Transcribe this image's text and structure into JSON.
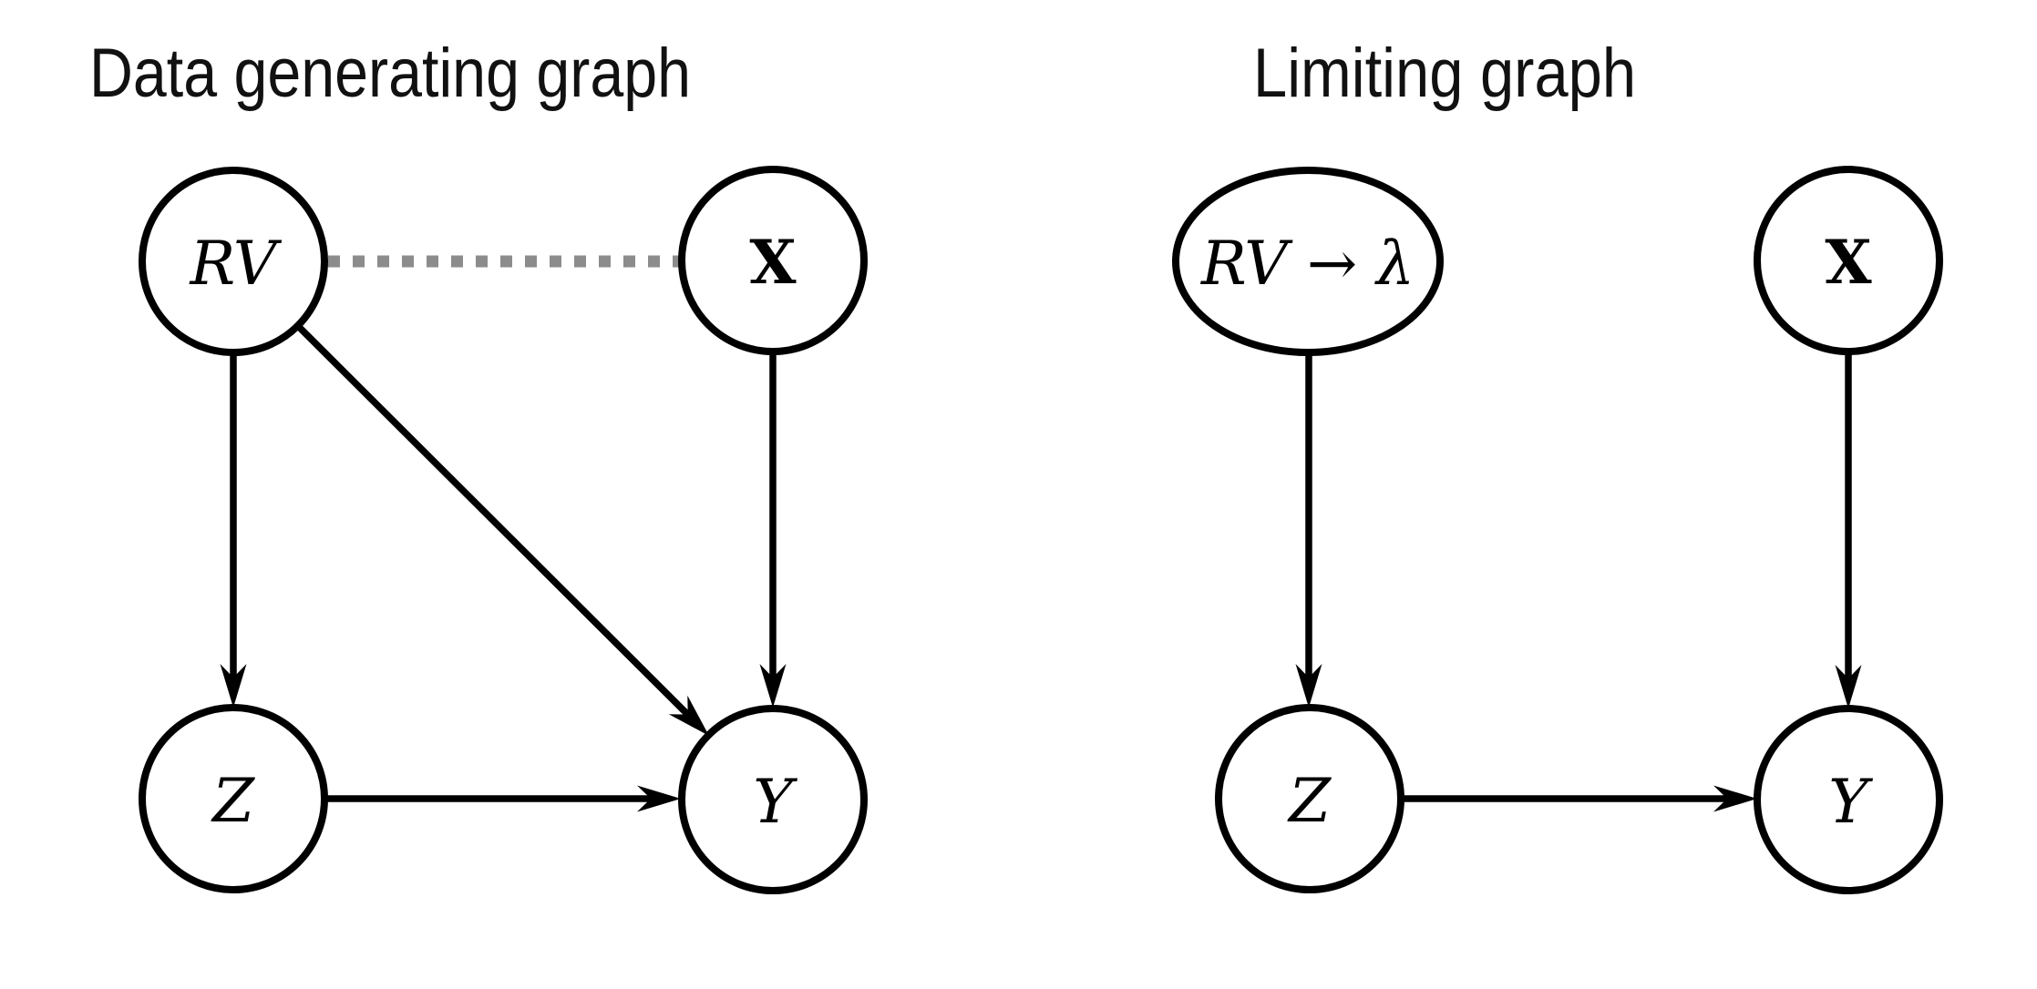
{
  "figure": {
    "background": "#ffffff",
    "colors": {
      "edge": "#000000",
      "dashed_edge": "#8c8c8c",
      "node_fill": "#ffffff",
      "node_stroke": "#000000",
      "text": "#000000"
    }
  },
  "panels": [
    {
      "title": "Data generating graph",
      "nodes": [
        {
          "id": "RV",
          "label": "RV",
          "shape": "circle"
        },
        {
          "id": "X",
          "label": "X",
          "shape": "circle"
        },
        {
          "id": "Z",
          "label": "Z",
          "shape": "circle"
        },
        {
          "id": "Y",
          "label": "Y",
          "shape": "circle"
        }
      ],
      "edges": [
        {
          "from": "RV",
          "to": "X",
          "type": "undirected",
          "style": "dashed",
          "color": "#8c8c8c"
        },
        {
          "from": "RV",
          "to": "Z",
          "type": "directed",
          "style": "solid",
          "color": "#000000"
        },
        {
          "from": "RV",
          "to": "Y",
          "type": "directed",
          "style": "solid",
          "color": "#000000"
        },
        {
          "from": "X",
          "to": "Y",
          "type": "directed",
          "style": "solid",
          "color": "#000000"
        },
        {
          "from": "Z",
          "to": "Y",
          "type": "directed",
          "style": "solid",
          "color": "#000000"
        }
      ]
    },
    {
      "title": "Limiting graph",
      "nodes": [
        {
          "id": "RV-lambda",
          "label": "RV → λ",
          "shape": "ellipse"
        },
        {
          "id": "X",
          "label": "X",
          "shape": "circle"
        },
        {
          "id": "Z",
          "label": "Z",
          "shape": "circle"
        },
        {
          "id": "Y",
          "label": "Y",
          "shape": "circle"
        }
      ],
      "edges": [
        {
          "from": "RV-lambda",
          "to": "Z",
          "type": "directed",
          "style": "solid",
          "color": "#000000"
        },
        {
          "from": "X",
          "to": "Y",
          "type": "directed",
          "style": "solid",
          "color": "#000000"
        },
        {
          "from": "Z",
          "to": "Y",
          "type": "directed",
          "style": "solid",
          "color": "#000000"
        }
      ]
    }
  ]
}
